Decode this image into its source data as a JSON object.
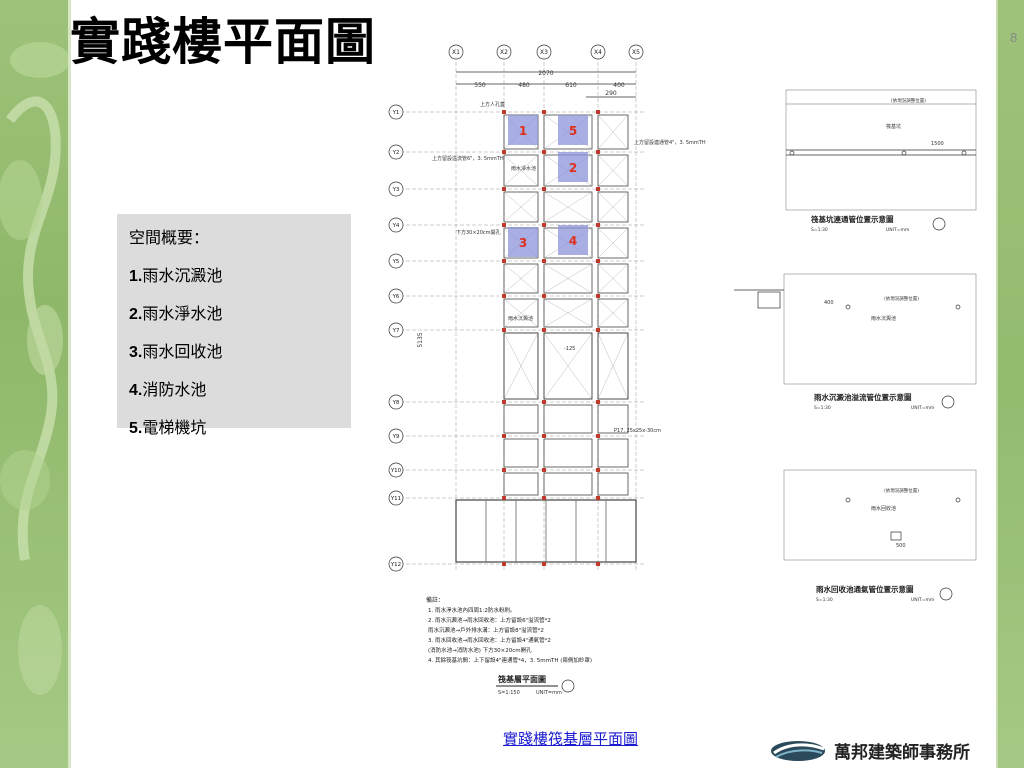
{
  "slide": {
    "title": "實踐樓平面圖",
    "page_number": "8"
  },
  "summary": {
    "heading": "空間概要：",
    "items": [
      {
        "num": "1.",
        "text": "雨水沉澱池"
      },
      {
        "num": "2.",
        "text": "雨水淨水池"
      },
      {
        "num": "3.",
        "text": "雨水回收池"
      },
      {
        "num": "4.",
        "text": "消防水池"
      },
      {
        "num": "5.",
        "text": "電梯機坑"
      }
    ]
  },
  "plan": {
    "col_labels": [
      "X1",
      "X2",
      "X3",
      "X4",
      "X5"
    ],
    "row_labels": [
      "Y1",
      "Y2",
      "Y3",
      "Y4",
      "Y5",
      "Y6",
      "Y7",
      "Y8",
      "Y9",
      "Y10",
      "Y11",
      "Y12"
    ],
    "dims_top": [
      "550",
      "480",
      "610",
      "400"
    ],
    "dim_total": "2070",
    "dim_side": "5135",
    "dim_290": "290",
    "zones": [
      "1",
      "2",
      "3",
      "4",
      "5"
    ],
    "plan_title": "筏基層平面圖",
    "plan_scale": "S=1:150",
    "plan_unit": "UNIT=mm",
    "notes_heading": "備註：",
    "notes": [
      "1. 雨水淨水池內四周1:2防水粉刷。",
      "2. 雨水沉澱池→雨水回收池：上方留設6\"溢流管*2",
      "   雨水沉澱池→戶外排水溝：上方留設8\"溢流管*2",
      "3. 雨水回收池→雨水回收池：上方留設4\"通氣管*2",
      "   (消防水池→消防水池)      下方30×20cm開孔",
      "4. 其餘筏基坑間：上下留設4\"連通管*4，3. 5mmTH (兩側加紗罩)"
    ],
    "callouts": {
      "manhole": "上方人孔蓋",
      "pipe_6": "上方留設溢流管6\"，3. 5mmTH",
      "pipe_4": "上方留設連通管4\"，3. 5mmTH",
      "opening": "下方30×20cm開孔",
      "level": "-125",
      "pit": "P17, 25x25x-30cm",
      "basin": "雨水淨水池",
      "collect": "雨水沉澱池"
    }
  },
  "details": [
    {
      "title": "筏基坑連通管位置示意圖",
      "scale": "S=1:30",
      "unit": "UNIT=mm",
      "dim_a": "1500",
      "label": "筏基坑",
      "pos": "(依現況調整位置)"
    },
    {
      "title": "雨水沉澱池溢流管位置示意圖",
      "scale": "S=1:30",
      "unit": "UNIT=mm",
      "dim_a": "400",
      "label": "雨水沉澱池",
      "pos": "(依現況調整位置)"
    },
    {
      "title": "雨水回收池通氣管位置示意圖",
      "scale": "S=1:30",
      "unit": "UNIT=mm",
      "dim_a": "500",
      "label": "雨水回收池",
      "pos": "(依現況調整位置)"
    }
  ],
  "footer": {
    "caption": "實踐樓筏基層平面圖",
    "company": "萬邦建築師事務所"
  },
  "colors": {
    "side_green": "#9ec27a",
    "zone_fill": "#8c94d8",
    "zone_number": "#e0301e",
    "link_blue": "#1a1ad0"
  }
}
